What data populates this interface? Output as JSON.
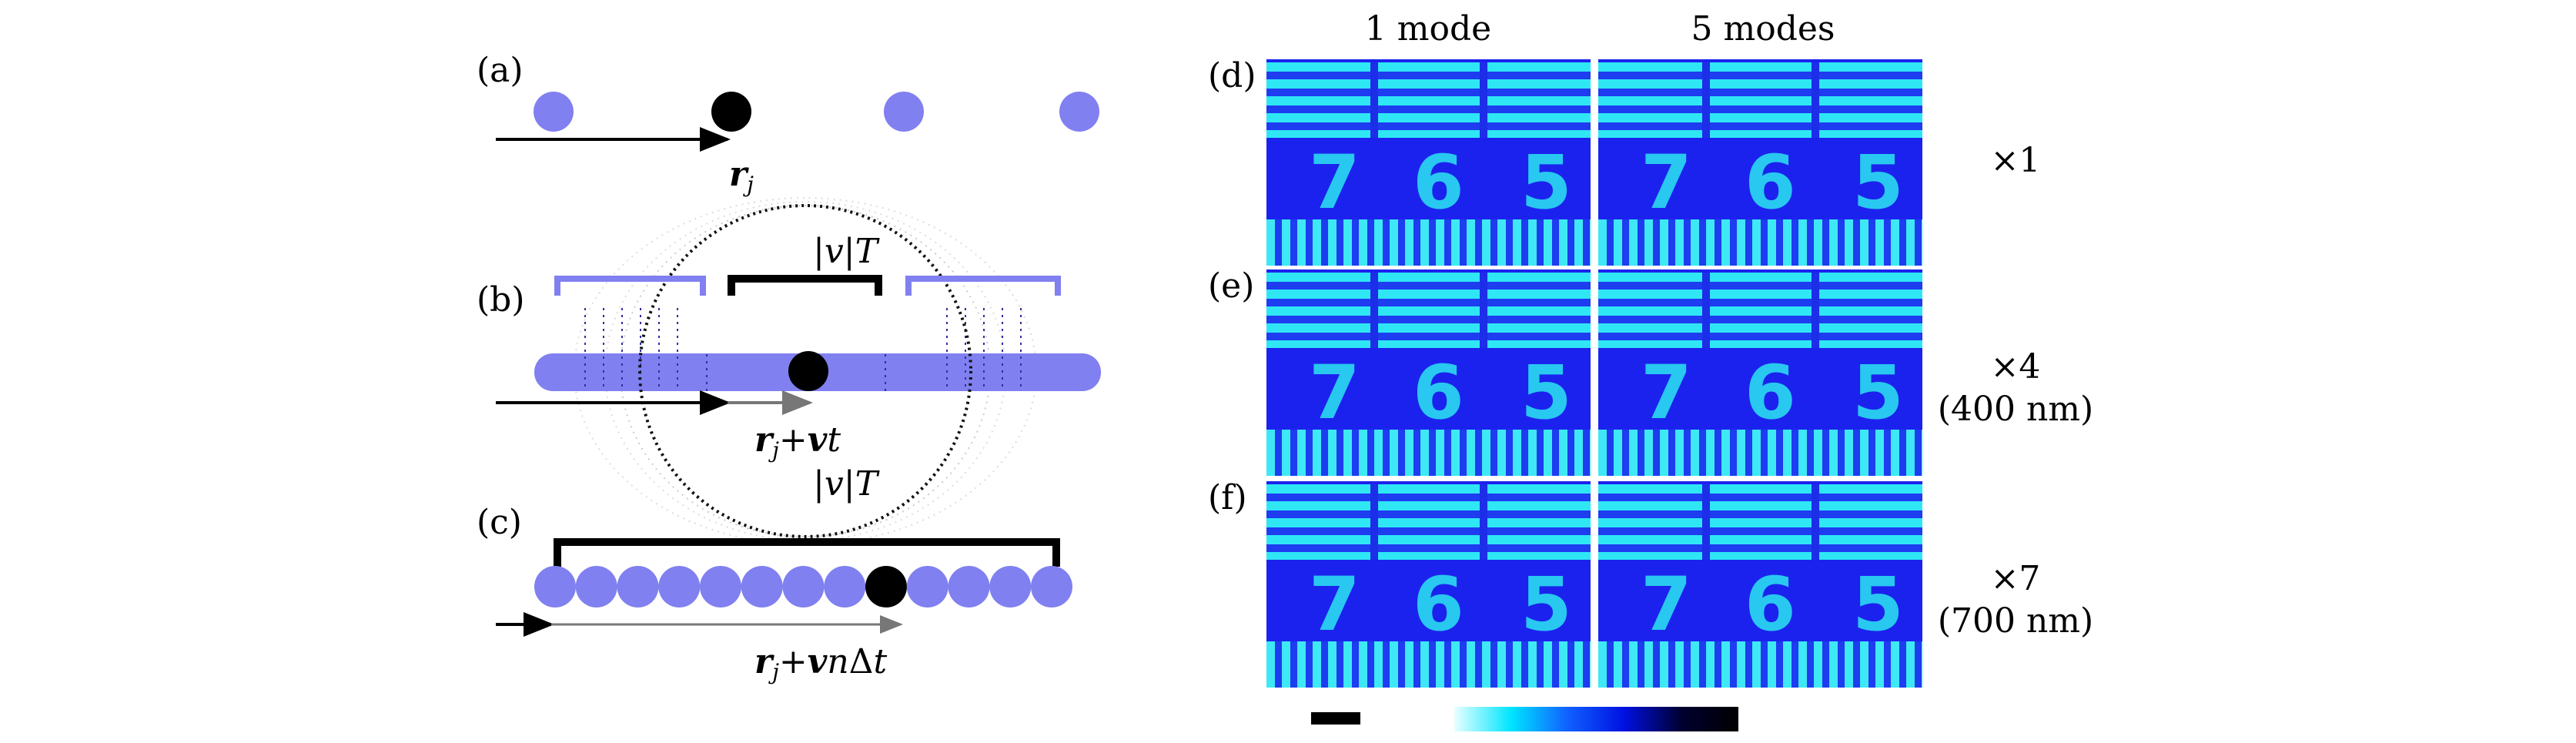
{
  "panel_labels": {
    "a": "(a)",
    "b": "(b)",
    "c": "(c)",
    "d": "(d)",
    "e": "(e)",
    "f": "(f)"
  },
  "diagram": {
    "a_position_label": {
      "r": "r",
      "j": "j"
    },
    "b_span_label": "|v|T",
    "b_position_label": {
      "r": "r",
      "j": "j",
      "plus": "+",
      "v": "v",
      "t": "t"
    },
    "c_span_label": "|v|T",
    "c_position_label": {
      "r": "r",
      "j": "j",
      "plus": "+",
      "v": "v",
      "n": "n",
      "delta": "Δ",
      "t": "t"
    }
  },
  "columns": [
    "1 mode",
    "5 modes"
  ],
  "rows": [
    {
      "label": "(d)",
      "factor": "×1",
      "wavelength": ""
    },
    {
      "label": "(e)",
      "factor": "×4",
      "wavelength": "(400 nm)"
    },
    {
      "label": "(f)",
      "factor": "×7",
      "wavelength": "(700 nm)"
    }
  ],
  "image_digits": [
    "7",
    "6",
    "5"
  ],
  "colors": {
    "atom": "#8080f0",
    "highlight": "#000000",
    "image_bg": "#1c22ee",
    "image_fg": "#2fe6f5"
  },
  "colorbar": {
    "stops": [
      "#e8ffff",
      "#00e5ff",
      "#1060ff",
      "#0010e0",
      "#000030",
      "#000000"
    ]
  }
}
